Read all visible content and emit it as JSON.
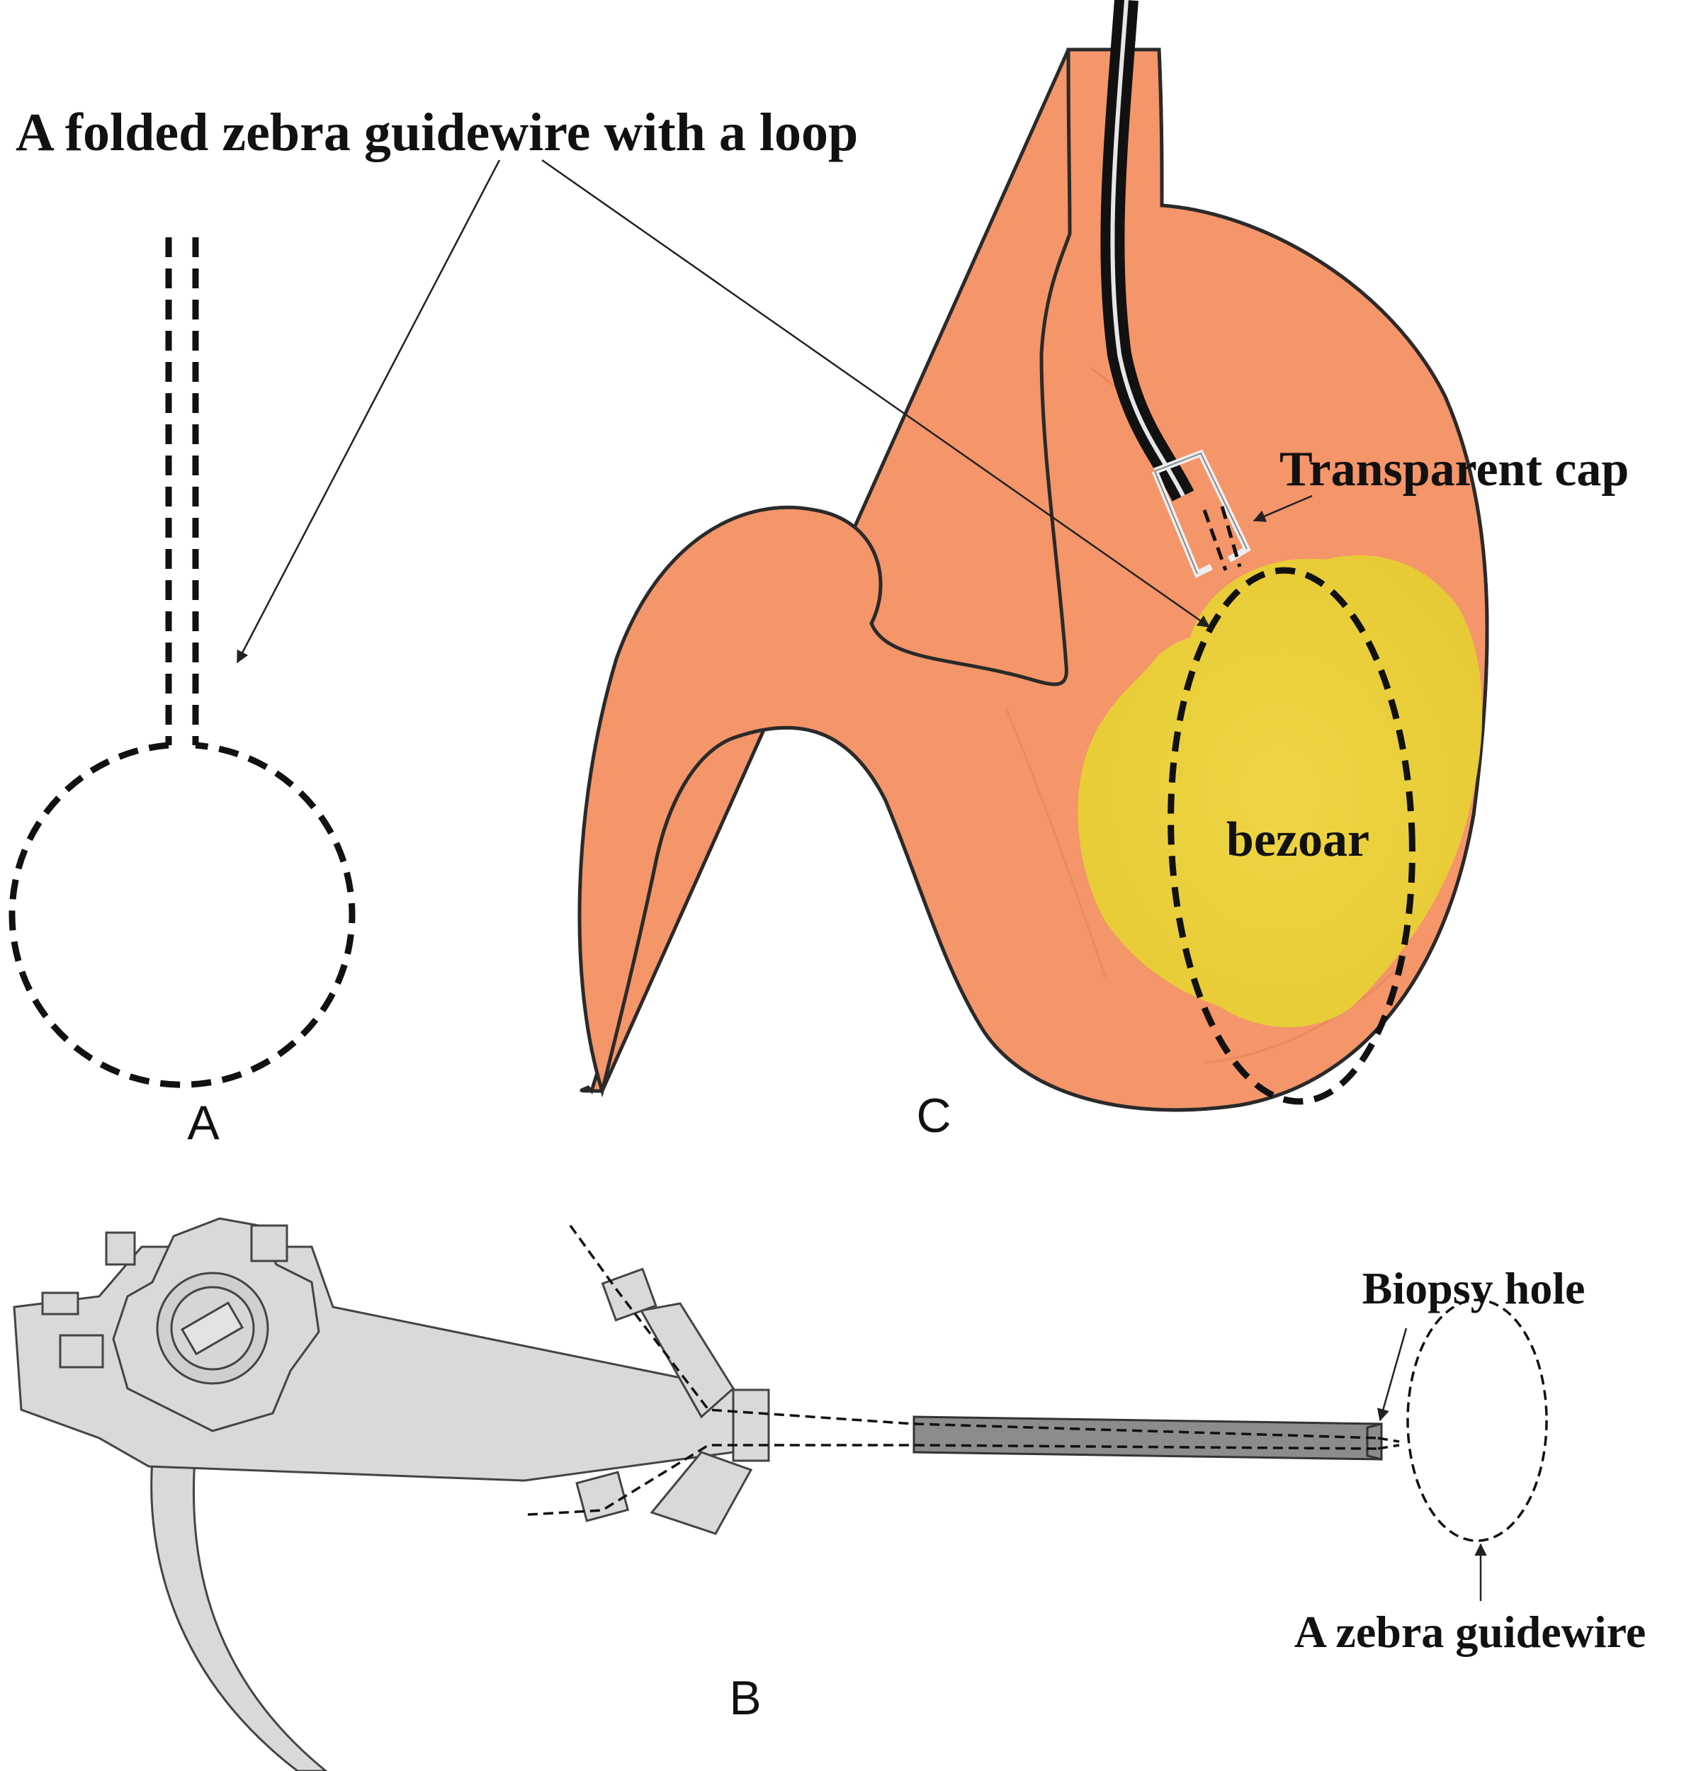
{
  "labels": {
    "folded_wire": "A folded zebra guidewire with a loop",
    "transparent_cap": "Transparent cap",
    "bezoar": "bezoar",
    "biopsy_hole": "Biopsy hole",
    "zebra_guidewire": "A zebra guidewire"
  },
  "panels": {
    "a": "A",
    "b": "B",
    "c": "C"
  },
  "colors": {
    "stomach": "#f4956a",
    "bezoar": "#ebd03e",
    "outline": "#2a2a2a",
    "endoscope": "#d9d9d9",
    "wire": "#111111"
  }
}
